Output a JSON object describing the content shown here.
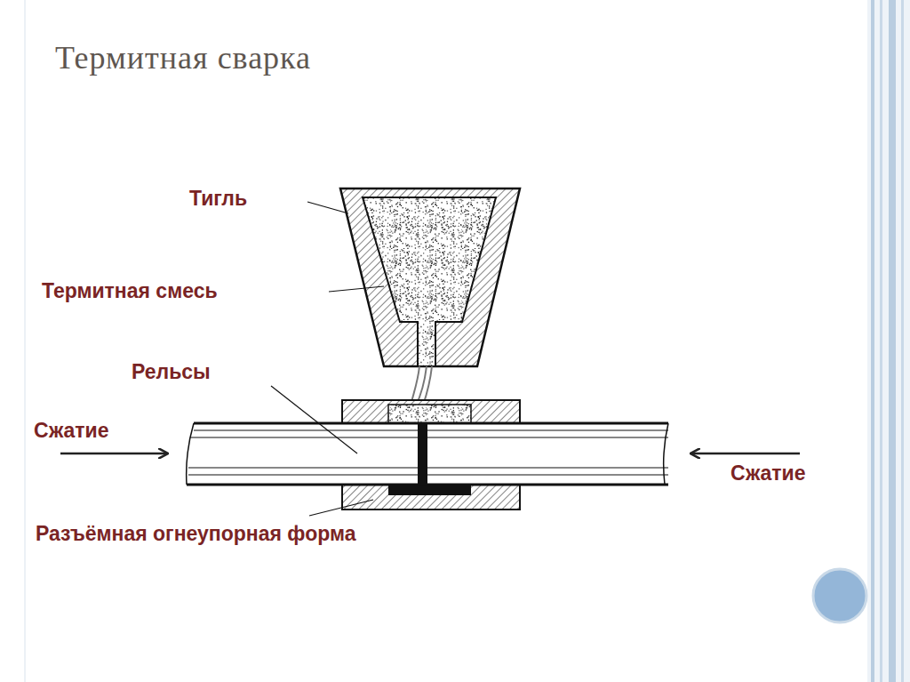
{
  "diagram": {
    "title": "Термитная сварка",
    "labels": [
      "Тигль",
      "Термитная смесь",
      "Рельсы",
      "Сжатие",
      "Сжатие",
      "Разъёмная огнеупорная форма"
    ]
  }
}
